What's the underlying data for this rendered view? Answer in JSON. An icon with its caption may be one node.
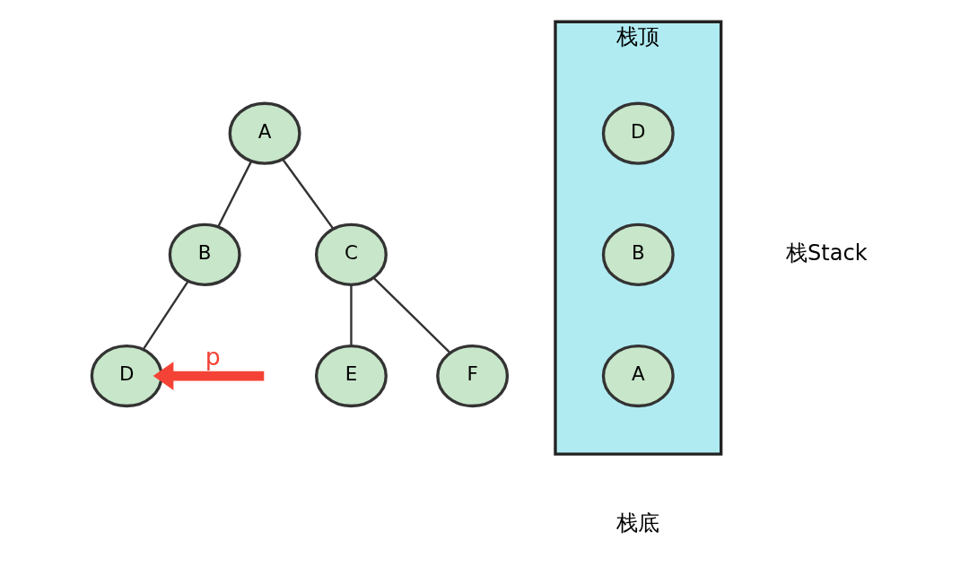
{
  "diagram": {
    "nodes": [
      {
        "text": [
          "A"
        ]
      },
      {
        "text": [
          "B"
        ]
      },
      {
        "text": [
          "C"
        ]
      },
      {
        "text": [
          "D"
        ]
      },
      {
        "text": [
          "E"
        ]
      },
      {
        "text": [
          "F"
        ]
      },
      {
        "text": [
          "栈顶"
        ],
        "beside": [
          "栈Stack",
          "栈底"
        ]
      },
      {
        "text": [
          "D"
        ],
        "in": 6
      },
      {
        "text": [
          "B"
        ],
        "in": 6
      },
      {
        "text": [
          "A"
        ],
        "in": 6
      }
    ],
    "edges": [
      {
        "from": 0,
        "to": 1,
        "arrow": "none"
      },
      {
        "from": 0,
        "to": 2,
        "arrow": "none"
      },
      {
        "from": 1,
        "to": 3,
        "arrow": "none"
      },
      {
        "from": 2,
        "to": 4,
        "arrow": "none"
      },
      {
        "from": 2,
        "to": 5,
        "arrow": "none"
      },
      {
        "from": null,
        "to": 3,
        "arrow": "to",
        "label": "p",
        "style": "thick",
        "color": "#f44336"
      }
    ]
  }
}
